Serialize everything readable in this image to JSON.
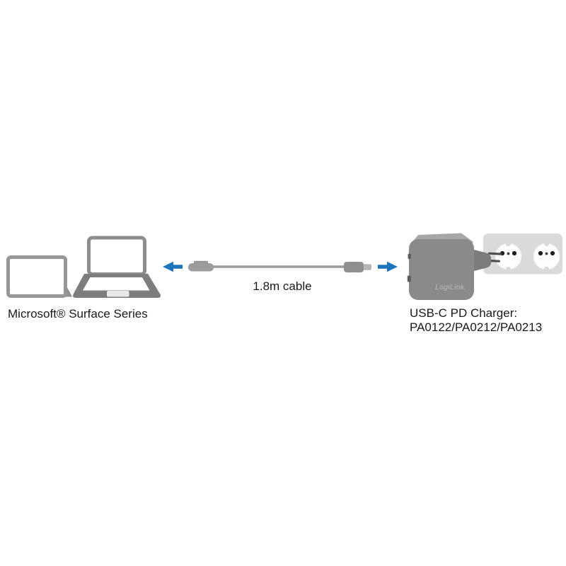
{
  "diagram": {
    "left": {
      "caption": "Microsoft® Surface Series",
      "icons": [
        "tablet-icon",
        "laptop-icon"
      ]
    },
    "cable": {
      "caption": "1.8m cable",
      "icons": [
        "arrow-left-icon",
        "surface-connect-plug-icon",
        "usb-c-plug-icon",
        "arrow-right-icon"
      ]
    },
    "right": {
      "brand": "LogiLink.",
      "caption_line1": "USB-C PD Charger:",
      "caption_line2": "PA0122/PA0212/PA0213",
      "icons": [
        "usb-c-pd-charger-icon",
        "wall-outlet-icon"
      ]
    },
    "colors": {
      "device_gray": "#8d8d8d",
      "laptop_base_gray": "#7d7d7d",
      "cable_gray": "#9c9c9c",
      "arrow_blue": "#1b75bc",
      "charger_front": "#8a8a8a",
      "charger_top": "#a7a7a7",
      "plug_gray": "#7c7c7c",
      "outlet_plate_gray": "#dadada",
      "socket_white": "#fdfdfd",
      "socket_hole_black": "#1f1f1f",
      "text_black": "#1a1a1a",
      "brand_gray": "#b9b9b9",
      "background": "#ffffff"
    }
  }
}
